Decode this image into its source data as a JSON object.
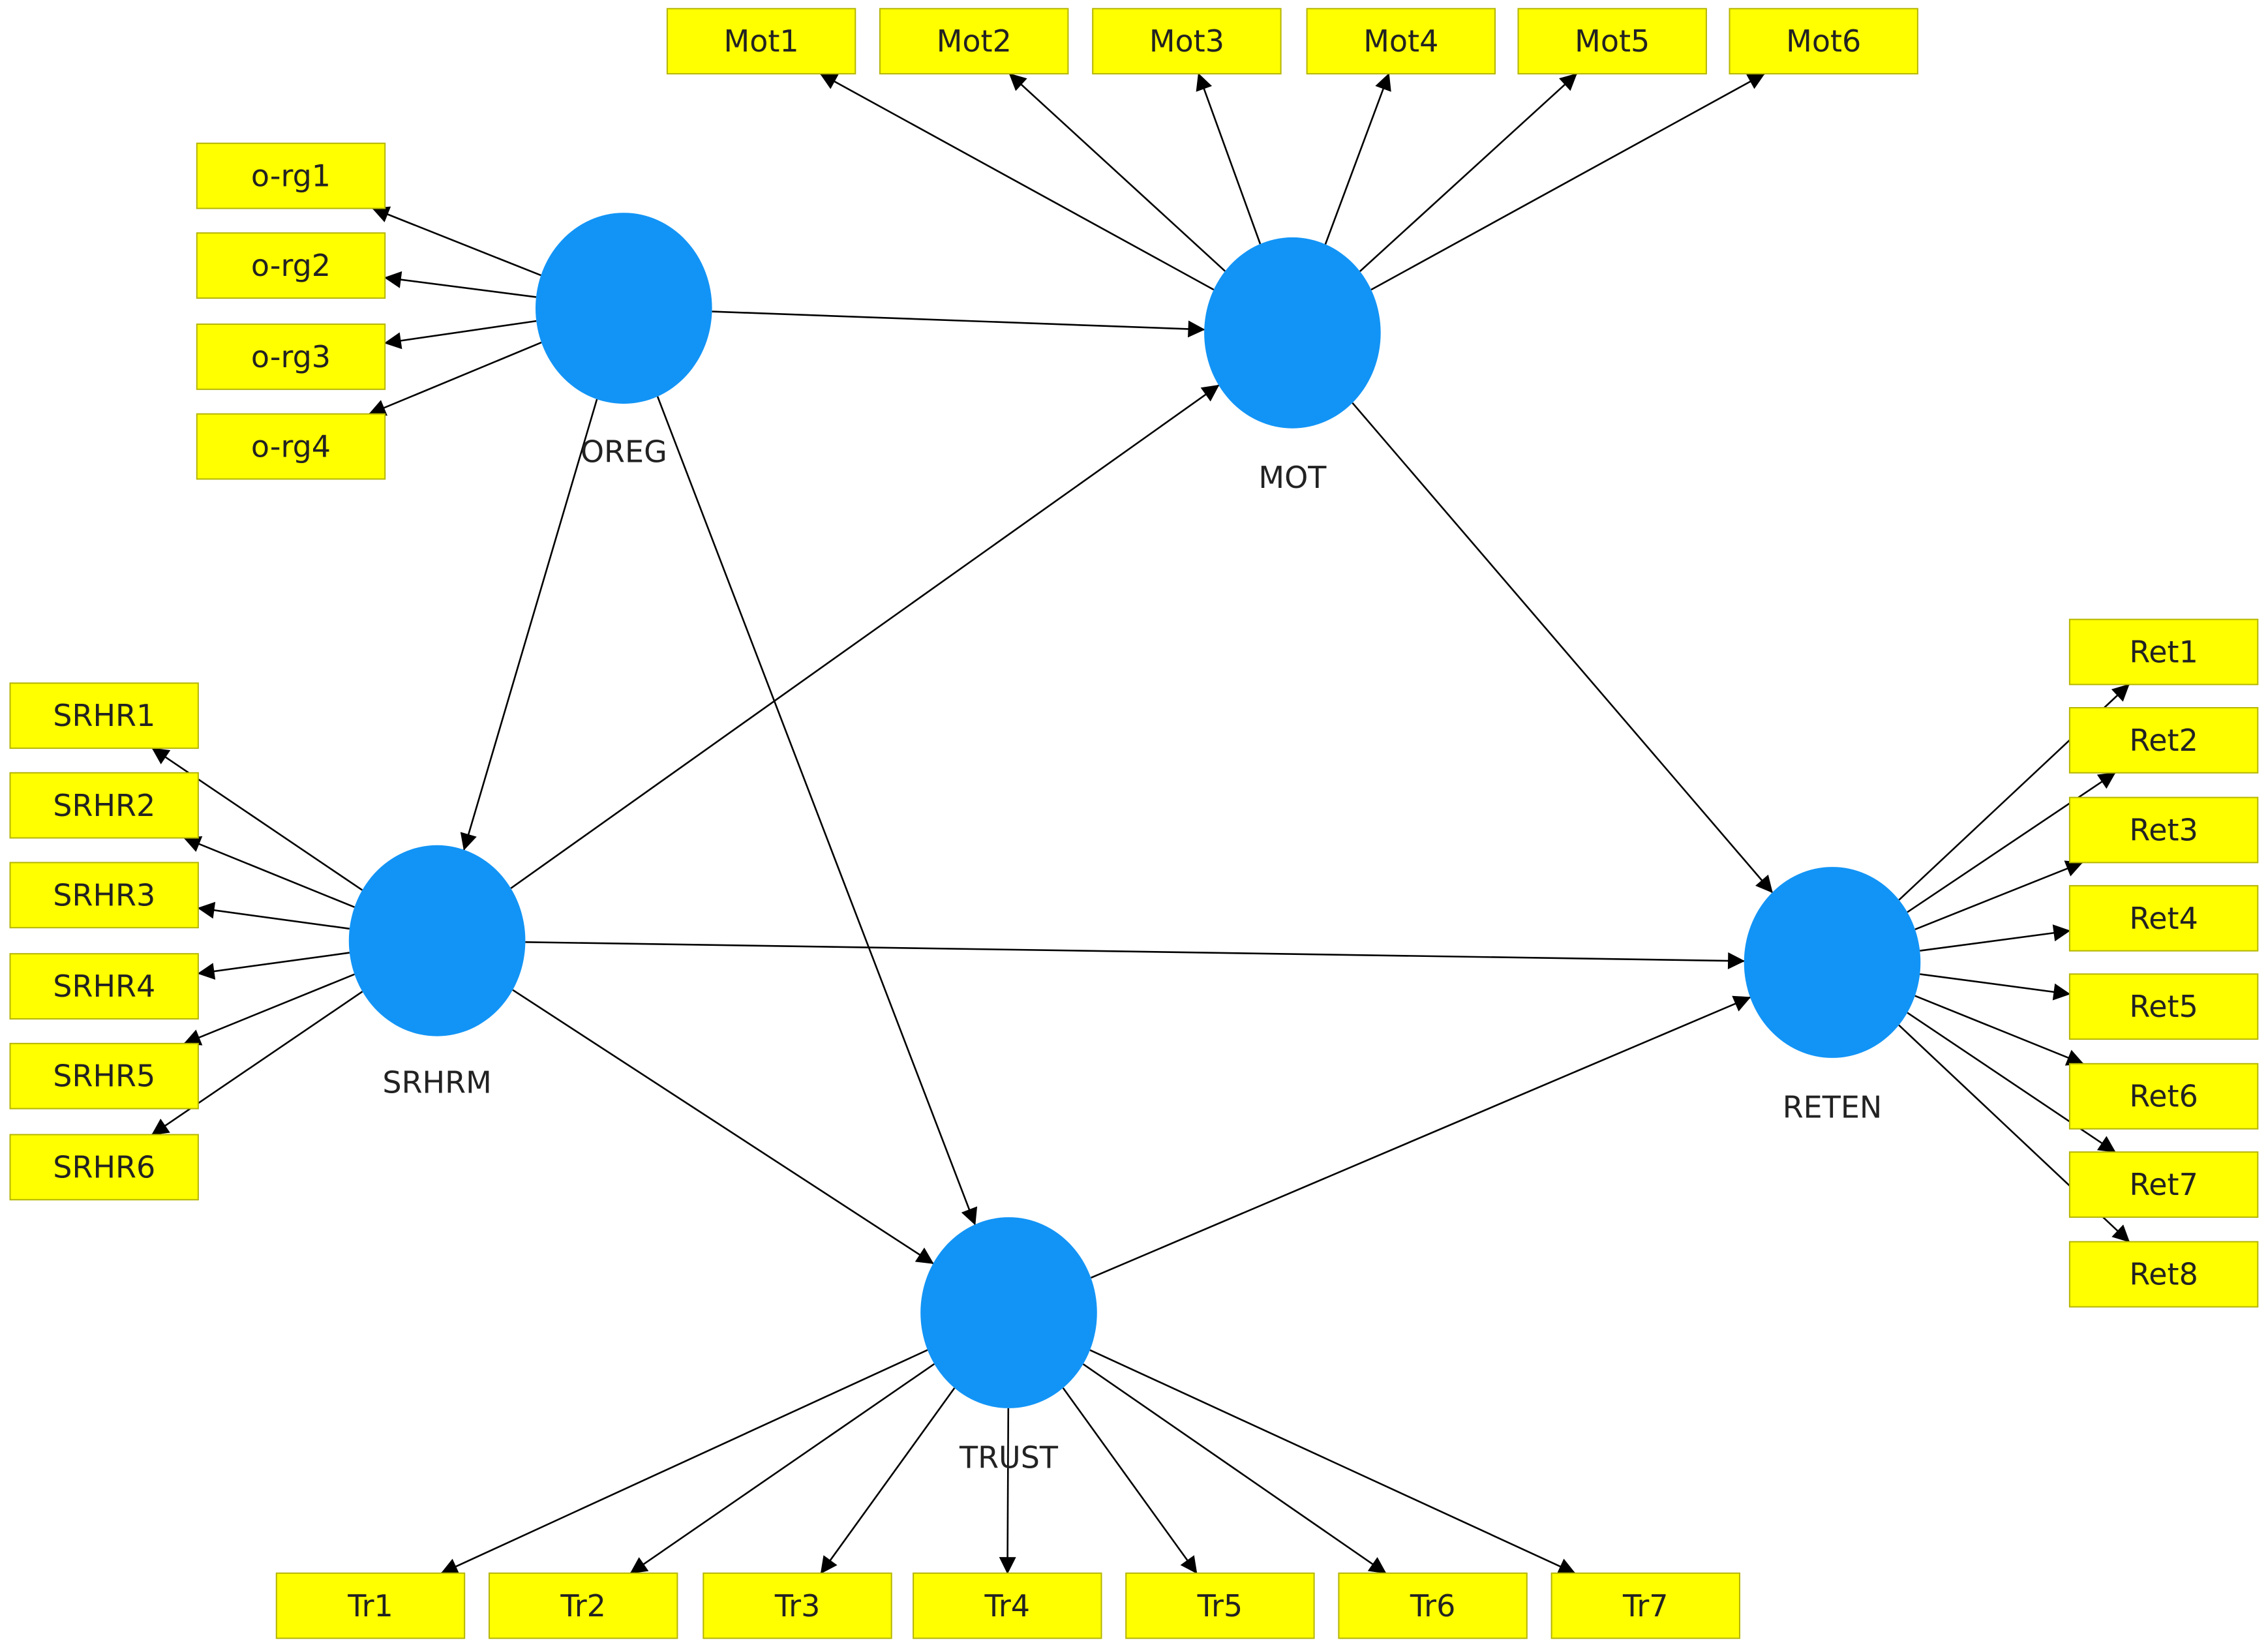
{
  "colors": {
    "construct_fill": "#1294F6",
    "indicator_fill": "#FFFF00",
    "indicator_border": "#B5B500",
    "edge": "#000000"
  },
  "constructs": [
    {
      "id": "OREG",
      "label": "OREG"
    },
    {
      "id": "MOT",
      "label": "MOT"
    },
    {
      "id": "SRHRM",
      "label": "SRHRM"
    },
    {
      "id": "RETEN",
      "label": "RETEN"
    },
    {
      "id": "TRUST",
      "label": "TRUST"
    }
  ],
  "indicators": [
    {
      "id": "org1",
      "label": "o-rg1",
      "construct": "OREG"
    },
    {
      "id": "org2",
      "label": "o-rg2",
      "construct": "OREG"
    },
    {
      "id": "org3",
      "label": "o-rg3",
      "construct": "OREG"
    },
    {
      "id": "org4",
      "label": "o-rg4",
      "construct": "OREG"
    },
    {
      "id": "mot1",
      "label": "Mot1",
      "construct": "MOT"
    },
    {
      "id": "mot2",
      "label": "Mot2",
      "construct": "MOT"
    },
    {
      "id": "mot3",
      "label": "Mot3",
      "construct": "MOT"
    },
    {
      "id": "mot4",
      "label": "Mot4",
      "construct": "MOT"
    },
    {
      "id": "mot5",
      "label": "Mot5",
      "construct": "MOT"
    },
    {
      "id": "mot6",
      "label": "Mot6",
      "construct": "MOT"
    },
    {
      "id": "srhr1",
      "label": "SRHR1",
      "construct": "SRHRM"
    },
    {
      "id": "srhr2",
      "label": "SRHR2",
      "construct": "SRHRM"
    },
    {
      "id": "srhr3",
      "label": "SRHR3",
      "construct": "SRHRM"
    },
    {
      "id": "srhr4",
      "label": "SRHR4",
      "construct": "SRHRM"
    },
    {
      "id": "srhr5",
      "label": "SRHR5",
      "construct": "SRHRM"
    },
    {
      "id": "srhr6",
      "label": "SRHR6",
      "construct": "SRHRM"
    },
    {
      "id": "ret1",
      "label": "Ret1",
      "construct": "RETEN"
    },
    {
      "id": "ret2",
      "label": "Ret2",
      "construct": "RETEN"
    },
    {
      "id": "ret3",
      "label": "Ret3",
      "construct": "RETEN"
    },
    {
      "id": "ret4",
      "label": "Ret4",
      "construct": "RETEN"
    },
    {
      "id": "ret5",
      "label": "Ret5",
      "construct": "RETEN"
    },
    {
      "id": "ret6",
      "label": "Ret6",
      "construct": "RETEN"
    },
    {
      "id": "ret7",
      "label": "Ret7",
      "construct": "RETEN"
    },
    {
      "id": "ret8",
      "label": "Ret8",
      "construct": "RETEN"
    },
    {
      "id": "tr1",
      "label": "Tr1",
      "construct": "TRUST"
    },
    {
      "id": "tr2",
      "label": "Tr2",
      "construct": "TRUST"
    },
    {
      "id": "tr3",
      "label": "Tr3",
      "construct": "TRUST"
    },
    {
      "id": "tr4",
      "label": "Tr4",
      "construct": "TRUST"
    },
    {
      "id": "tr5",
      "label": "Tr5",
      "construct": "TRUST"
    },
    {
      "id": "tr6",
      "label": "Tr6",
      "construct": "TRUST"
    },
    {
      "id": "tr7",
      "label": "Tr7",
      "construct": "TRUST"
    }
  ],
  "paths": [
    {
      "from": "OREG",
      "to": "MOT"
    },
    {
      "from": "OREG",
      "to": "SRHRM"
    },
    {
      "from": "OREG",
      "to": "TRUST"
    },
    {
      "from": "SRHRM",
      "to": "MOT"
    },
    {
      "from": "SRHRM",
      "to": "RETEN"
    },
    {
      "from": "SRHRM",
      "to": "TRUST"
    },
    {
      "from": "MOT",
      "to": "RETEN"
    },
    {
      "from": "TRUST",
      "to": "RETEN"
    }
  ]
}
